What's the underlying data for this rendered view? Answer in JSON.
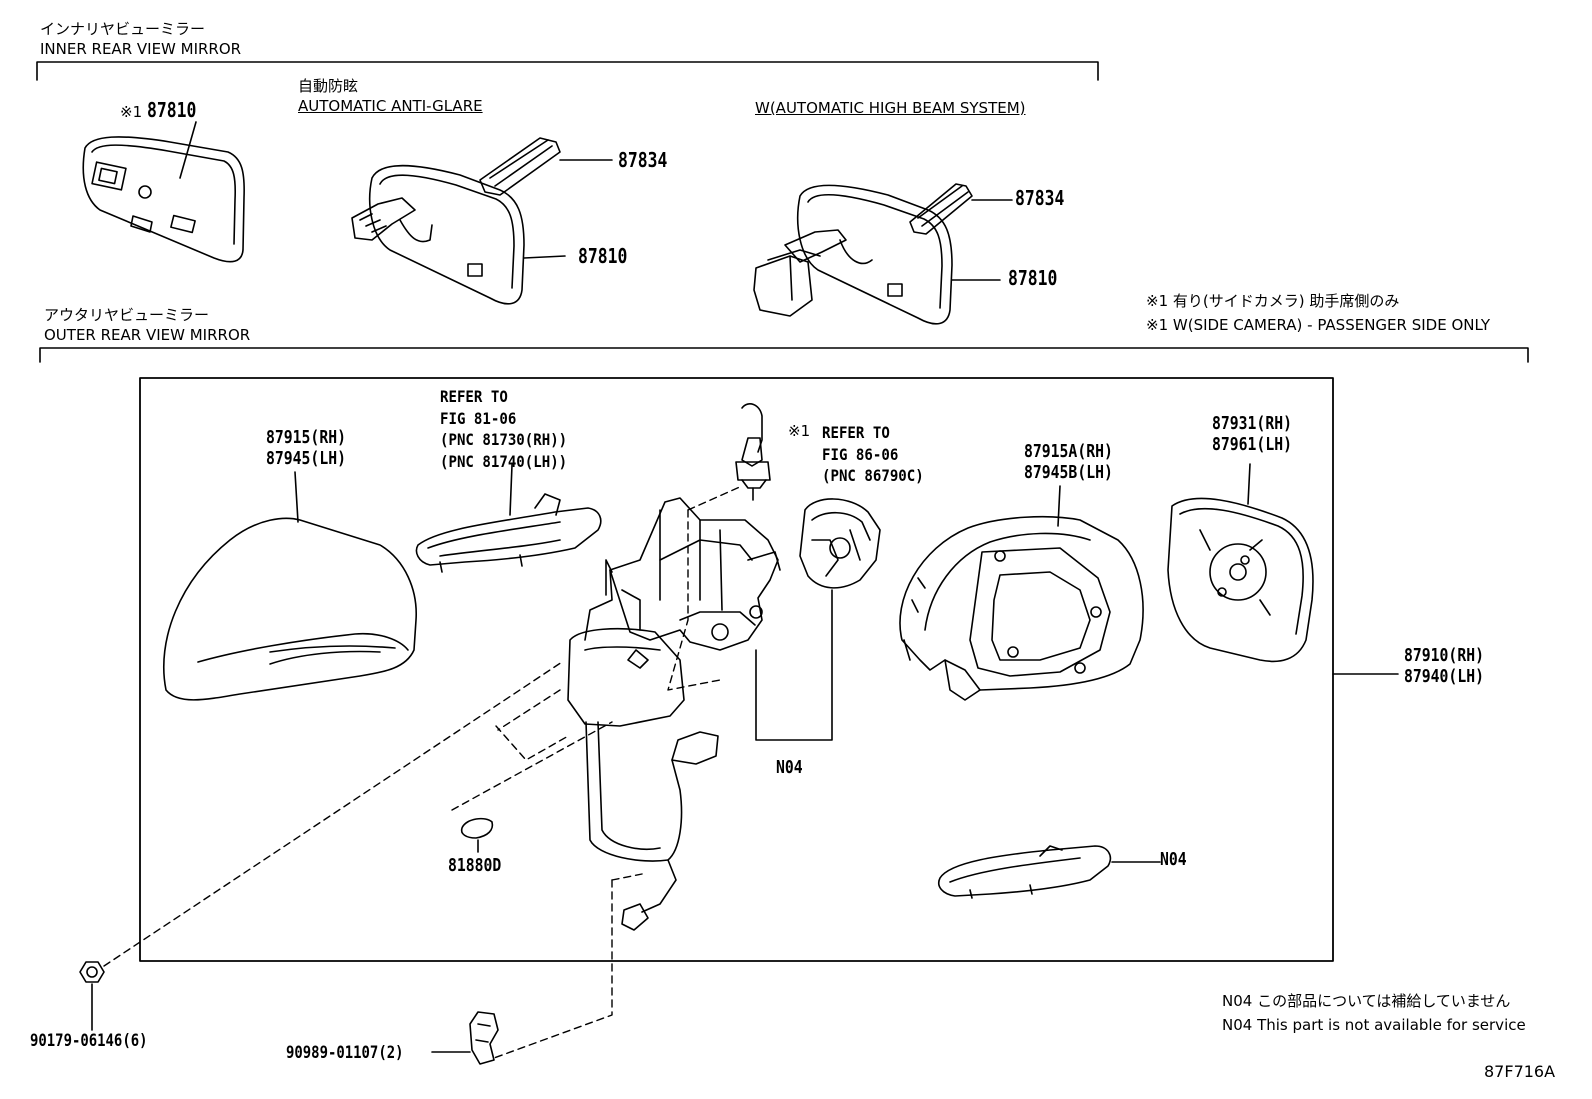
{
  "inner_section": {
    "title_jp": "インナリヤビューミラー",
    "title_en": "INNER REAR VIEW MIRROR",
    "mirror_side_camera": {
      "mark": "※1",
      "part": "87810"
    },
    "anti_glare": {
      "label_jp": "自動防眩",
      "label_en": "AUTOMATIC ANTI-GLARE",
      "cover_part": "87834",
      "mirror_part": "87810"
    },
    "high_beam": {
      "label_en": "W(AUTOMATIC HIGH BEAM SYSTEM)",
      "cover_part": "87834",
      "mirror_part": "87810"
    },
    "note_jp": "※1 有り(サイドカメラ) 助手席側のみ",
    "note_en": "※1 W(SIDE CAMERA) - PASSENGER SIDE ONLY"
  },
  "outer_section": {
    "title_jp": "アウタリヤビューミラー",
    "title_en": "OUTER REAR VIEW MIRROR",
    "cover": [
      "87915(RH)",
      "87945(LH)"
    ],
    "turn_lamp_ref": [
      "REFER TO",
      "FIG 81-06",
      "(PNC 81730(RH))",
      "(PNC 81740(LH))"
    ],
    "camera_ref": {
      "mark": "※1",
      "lines": [
        "REFER TO",
        "FIG 86-06",
        "(PNC 86790C)"
      ]
    },
    "housing": [
      "87915A(RH)",
      "87945B(LH)"
    ],
    "glass": [
      "87931(RH)",
      "87961(LH)"
    ],
    "assembly": [
      "87910(RH)",
      "87940(LH)"
    ],
    "n04_center": "N04",
    "n04_lamp": "N04",
    "cap_part": "81880D",
    "nut_part": "90179-06146(6)",
    "clip_part": "90989-01107(2)"
  },
  "footer": {
    "n04_note_jp": "N04 この部品については補給していません",
    "n04_note_en": "N04 This part is not available for service",
    "diagram_code": "87F716A"
  }
}
